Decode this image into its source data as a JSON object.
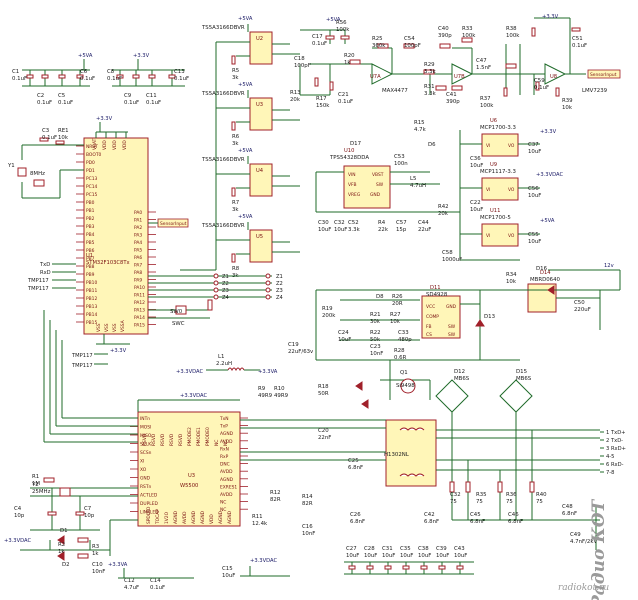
{
  "supply": {
    "p5va": "+5VA",
    "p33v": "+3.3V",
    "p33vdac": "+3.3VDAC",
    "p33va": "+3.3VA",
    "p12v": "12v"
  },
  "mcu": {
    "ref": "U1",
    "part": "STM32F103C8Tx",
    "pins_left": [
      "NRST",
      "BOOT0",
      "PD0",
      "PD1",
      "PC13",
      "PC14",
      "PC15",
      "PB0",
      "PB1",
      "PB2",
      "PB3",
      "PB4",
      "PB5",
      "PB6",
      "PB7",
      "PB8",
      "PB9",
      "PB10",
      "PB11",
      "PB12",
      "PB13",
      "PB14",
      "PB15"
    ],
    "pins_right": [
      "PA0",
      "PA1",
      "PA2",
      "PA3",
      "PA4",
      "PA5",
      "PA6",
      "PA7",
      "PA8",
      "PA9",
      "PA10",
      "PA11",
      "PA12",
      "PA13",
      "PA14",
      "PA15"
    ],
    "pins_top": [
      "VBAT",
      "VDD",
      "VDD",
      "VDD"
    ],
    "pins_bottom": [
      "VSS",
      "VSS",
      "VSS",
      "VSSA"
    ],
    "left_nets": [
      "TxD",
      "RxD",
      "TMP117",
      "TMP117"
    ]
  },
  "eth": {
    "ref": "U3",
    "part": "W5500",
    "pins_left": [
      "INTn",
      "MOSI",
      "MISO",
      "SCLK",
      "SCSn",
      "XI",
      "XO",
      "GND",
      "RSTn",
      "ACTLED",
      "DUPLED",
      "LINKLED"
    ],
    "pins_right": [
      "TxN",
      "TxP",
      "AGND",
      "AVDD",
      "RxN",
      "RxP",
      "DNC",
      "AVDD",
      "AGND",
      "EXRES1",
      "AVDD",
      "NC",
      "NC"
    ],
    "pins_top": [
      "RSVD",
      "RSVD",
      "RSVD",
      "RSVD",
      "RSVD",
      "PMODE2",
      "PMODE1",
      "PMODE0",
      "NC",
      "NC"
    ],
    "pins_bottom": [
      "SPDLED",
      "TOCAP",
      "1V2O",
      "AGND",
      "AVDD",
      "AGND",
      "AGND",
      "VDD",
      "AGND",
      "AGND"
    ]
  },
  "relays": [
    {
      "ref": "U2",
      "part": "TS5A3166DBVR",
      "res": "R5",
      "res_val": "3k"
    },
    {
      "ref": "U3",
      "part": "TS5A3166DBVR",
      "res": "R6",
      "res_val": "3k"
    },
    {
      "ref": "U4",
      "part": "TS5A3166DBVR",
      "res": "R7",
      "res_val": "3k"
    },
    {
      "ref": "U5",
      "part": "TS5A3166DBVR",
      "res": "R8",
      "res_val": "3k"
    }
  ],
  "analog": {
    "opamp1": "U7A",
    "opamp1_part": "MAX4477",
    "opamp2": "U7B",
    "opamp3": "U8",
    "opamp3_part": "LMV7239",
    "sensor_flag": "SensorInput"
  },
  "regulators": [
    {
      "ref": "U6",
      "part": "MCP1700-3.3"
    },
    {
      "ref": "U9",
      "part": "MCP1117-3.3"
    },
    {
      "ref": "U11",
      "part": "MCP1700-5"
    },
    {
      "ref": "U10",
      "part": "TPS54328DDA"
    },
    {
      "ref": "D11",
      "part": "SD4928"
    },
    {
      "ref": "D14",
      "part": "MBRD0640"
    }
  ],
  "labels": {
    "top": [
      {
        "t": "C1",
        "v": "0.1uF"
      },
      {
        "t": "C2",
        "v": "0.1uF"
      },
      {
        "t": "C5",
        "v": "0.1uF"
      },
      {
        "t": "C6",
        "v": "0.1uF"
      },
      {
        "t": "C8",
        "v": "0.1uF"
      },
      {
        "t": "C9",
        "v": "0.1uF"
      },
      {
        "t": "C11",
        "v": "0.1uF"
      },
      {
        "t": "C13",
        "v": "0.1uF"
      },
      {
        "t": "C3",
        "v": "0.1uF"
      },
      {
        "t": "RE1",
        "v": "10k"
      },
      {
        "t": "Y1",
        "v": "8MHz"
      }
    ],
    "analog": [
      {
        "t": "C17",
        "v": "0.1uF"
      },
      {
        "t": "R56",
        "v": "100k"
      },
      {
        "t": "R20",
        "v": "1k"
      },
      {
        "t": "C18",
        "v": "100pF"
      },
      {
        "t": "R13",
        "v": "20k"
      },
      {
        "t": "R17",
        "v": "150k"
      },
      {
        "t": "C21",
        "v": "0.1uF"
      },
      {
        "t": "R25",
        "v": "360k"
      },
      {
        "t": "C54",
        "v": "100pF"
      },
      {
        "t": "R29",
        "v": "3.3k"
      },
      {
        "t": "C40",
        "v": "390p"
      },
      {
        "t": "R33",
        "v": "100k"
      },
      {
        "t": "R31",
        "v": "3.3k"
      },
      {
        "t": "C41",
        "v": "390p"
      },
      {
        "t": "C47",
        "v": "1.5nF"
      },
      {
        "t": "R38",
        "v": "100k"
      },
      {
        "t": "R37",
        "v": "100k"
      },
      {
        "t": "C59",
        "v": "0.1uF"
      },
      {
        "t": "R39",
        "v": "10k"
      },
      {
        "t": "C51",
        "v": "0.1uF"
      }
    ],
    "reg": [
      {
        "t": "R15",
        "v": "4.7k"
      },
      {
        "t": "D6",
        "v": ""
      },
      {
        "t": "C36",
        "v": "10uF"
      },
      {
        "t": "C37",
        "v": "10uF"
      },
      {
        "t": "C22",
        "v": "10uF"
      },
      {
        "t": "C56",
        "v": "10uF"
      },
      {
        "t": "C58",
        "v": "1000uF"
      },
      {
        "t": "C55",
        "v": "10uF"
      },
      {
        "t": "D17",
        "v": ""
      },
      {
        "t": "C53",
        "v": "100n"
      },
      {
        "t": "L5",
        "v": "4.7uH"
      },
      {
        "t": "C30",
        "v": "10uF"
      },
      {
        "t": "C32",
        "v": "10uF"
      },
      {
        "t": "C52",
        "v": "3.3k"
      },
      {
        "t": "R4",
        "v": "22k"
      },
      {
        "t": "C57",
        "v": "15p"
      },
      {
        "t": "C44",
        "v": "22uF"
      },
      {
        "t": "R42",
        "v": "20k"
      }
    ],
    "poe": [
      {
        "t": "R19",
        "v": "200k"
      },
      {
        "t": "D8",
        "v": ""
      },
      {
        "t": "R26",
        "v": "20R"
      },
      {
        "t": "C24",
        "v": "10uF"
      },
      {
        "t": "R21",
        "v": "30k"
      },
      {
        "t": "R27",
        "v": "10k"
      },
      {
        "t": "R22",
        "v": "50k"
      },
      {
        "t": "C33",
        "v": "480p"
      },
      {
        "t": "C23",
        "v": "10nF"
      },
      {
        "t": "R28",
        "v": "0.6R"
      },
      {
        "t": "C19",
        "v": "22uF/63v"
      },
      {
        "t": "D13",
        "v": ""
      },
      {
        "t": "R34",
        "v": "10k"
      },
      {
        "t": "D16",
        "v": ""
      },
      {
        "t": "C50",
        "v": "220uF"
      },
      {
        "t": "Q1",
        "v": "Si9498"
      }
    ],
    "eth": [
      {
        "t": "R9",
        "v": "49R9"
      },
      {
        "t": "R10",
        "v": "49R9"
      },
      {
        "t": "R18",
        "v": "50R"
      },
      {
        "t": "C20",
        "v": "22nF"
      },
      {
        "t": "C25",
        "v": "6.8nF"
      },
      {
        "t": "U10",
        "v": "H1302NL"
      },
      {
        "t": "R12",
        "v": "82R"
      },
      {
        "t": "R14",
        "v": "82R"
      },
      {
        "t": "C16",
        "v": "10nF"
      },
      {
        "t": "C26",
        "v": "6.8nF"
      },
      {
        "t": "R11",
        "v": "12.4k"
      },
      {
        "t": "C32",
        "v": "75"
      },
      {
        "t": "R35",
        "v": "75"
      },
      {
        "t": "R36",
        "v": "75"
      },
      {
        "t": "R40",
        "v": "75"
      },
      {
        "t": "C42",
        "v": "6.8nF"
      },
      {
        "t": "C45",
        "v": "6.8nF"
      },
      {
        "t": "C46",
        "v": "6.8nF"
      },
      {
        "t": "C48",
        "v": "6.8nF"
      },
      {
        "t": "C49",
        "v": "4.7nF/2kV"
      },
      {
        "t": "D12",
        "v": "MB6S"
      },
      {
        "t": "D15",
        "v": "MB6S"
      }
    ],
    "xtal": [
      {
        "t": "R1",
        "v": "1M"
      },
      {
        "t": "Y2",
        "v": "25MHz"
      },
      {
        "t": "C4",
        "v": "10p"
      },
      {
        "t": "C7",
        "v": "10p"
      },
      {
        "t": "D1",
        "v": ""
      },
      {
        "t": "R2",
        "v": "1k"
      },
      {
        "t": "D2",
        "v": ""
      },
      {
        "t": "R3",
        "v": "1k"
      },
      {
        "t": "C10",
        "v": "10nF"
      },
      {
        "t": "C12",
        "v": "4.7uF"
      },
      {
        "t": "C14",
        "v": "0.1uF"
      },
      {
        "t": "C15",
        "v": "10uF"
      },
      {
        "t": "L1",
        "v": "2.2uH"
      }
    ],
    "decoup": [
      "C27",
      "C28",
      "C31",
      "C35",
      "C38",
      "C39",
      "C43"
    ],
    "decoup_val": "10uF",
    "rj45": [
      "1 TxD+",
      "2 TxD-",
      "3 RxD+",
      "4-5",
      "6 RxD-",
      "7-8"
    ],
    "switch": [
      {
        "t": "SW0",
        "v": "SW"
      },
      {
        "t": "SWC",
        "v": "SWC"
      }
    ],
    "z": [
      "Z1",
      "Z2",
      "Z3",
      "Z4"
    ]
  },
  "watermark": {
    "brand": "Радио КОТ",
    "site": "radiokot.ru"
  }
}
